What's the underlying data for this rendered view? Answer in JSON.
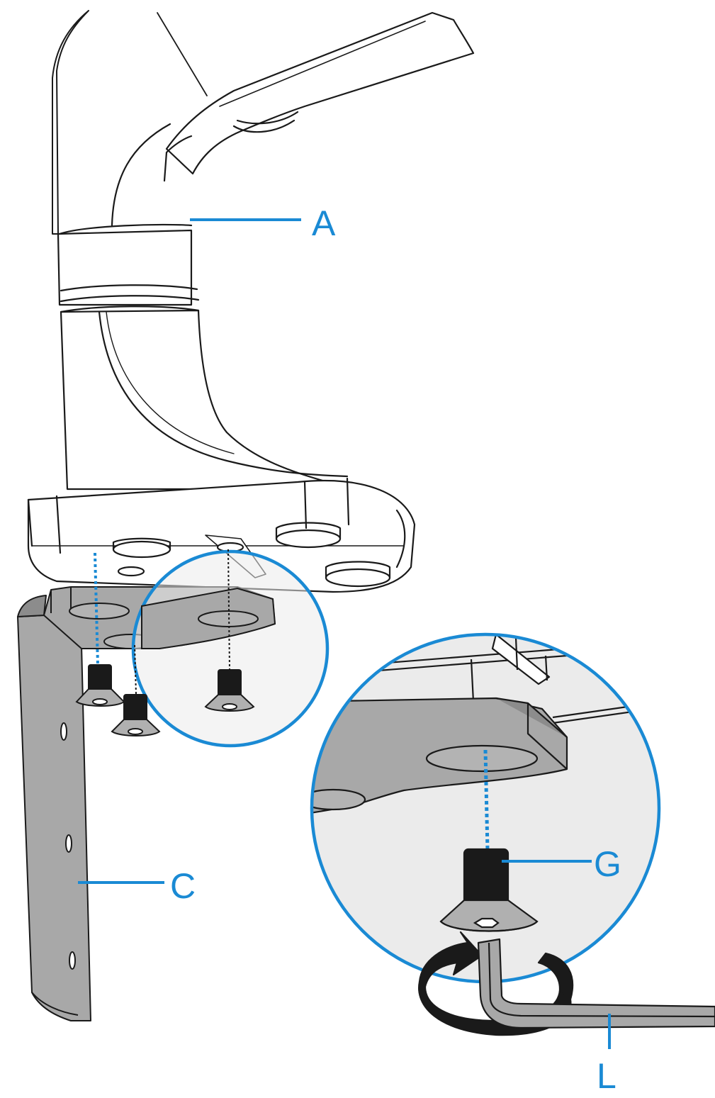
{
  "labels": {
    "a": "A",
    "c": "C",
    "g": "G",
    "l": "L"
  },
  "colors": {
    "accent": "#1a8ad4",
    "line": "#1a1a1a",
    "metal": "#a8a8a8",
    "metal_dark": "#8c8c8c",
    "zoom_fill": "#ebebeb",
    "screw": "#1a1a1a"
  },
  "icons": {
    "rotation": "clockwise-rotation-arrow-icon",
    "hex_key": "allen-key-icon"
  }
}
